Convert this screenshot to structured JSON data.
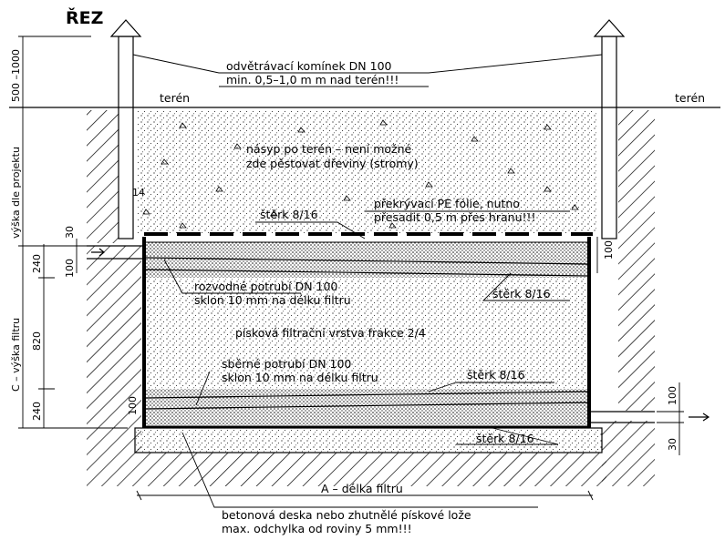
{
  "drawing": {
    "title": "ŘEZ",
    "labels": {
      "vent_line1": "odvětrávací komínek DN 100",
      "vent_line2": "min. 0,5–1,0 m m nad terén!!!",
      "teren_left": "terén",
      "teren_right": "terén",
      "fill_line1": "násyp po terén – není možné",
      "fill_line2": "zde pěstovat dřeviny (stromy)",
      "pe_line1": "překrývací PE fólie, nutno",
      "pe_line2": "přesadit 0,5 m přes hranu!!!",
      "gravel_top": "štěrk 8/16",
      "dist_line1": "rozvodné potrubí DN 100",
      "dist_line2": "sklon 10 mm na délku filtru",
      "gravel_mid": "štěrk 8/16",
      "sand_layer": "písková filtrační vrstva frakce 2/4",
      "coll_line1": "sběrné potrubí DN 100",
      "coll_line2": "sklon 10 mm na délku filtru",
      "gravel_low": "štěrk 8/16",
      "gravel_bottom": "štěrk 8/16",
      "base_line1": "betonová deska nebo zhutnělé pískové lože",
      "base_line2": "max. odchylka od roviny 5 mm!!!",
      "length_dim": "A – délka filtru"
    },
    "dims": {
      "d500_1000": "500 –1000",
      "depth_project": "výška dle projektu",
      "filter_height": "C – výška filtru",
      "d30_top": "30",
      "d240_top": "240",
      "d100_left": "100",
      "d820": "820",
      "d240_bottom": "240",
      "d100_lower": "100",
      "d100_right_top": "100",
      "d100_right": "100",
      "d30_right": "30",
      "d14": "14"
    }
  }
}
